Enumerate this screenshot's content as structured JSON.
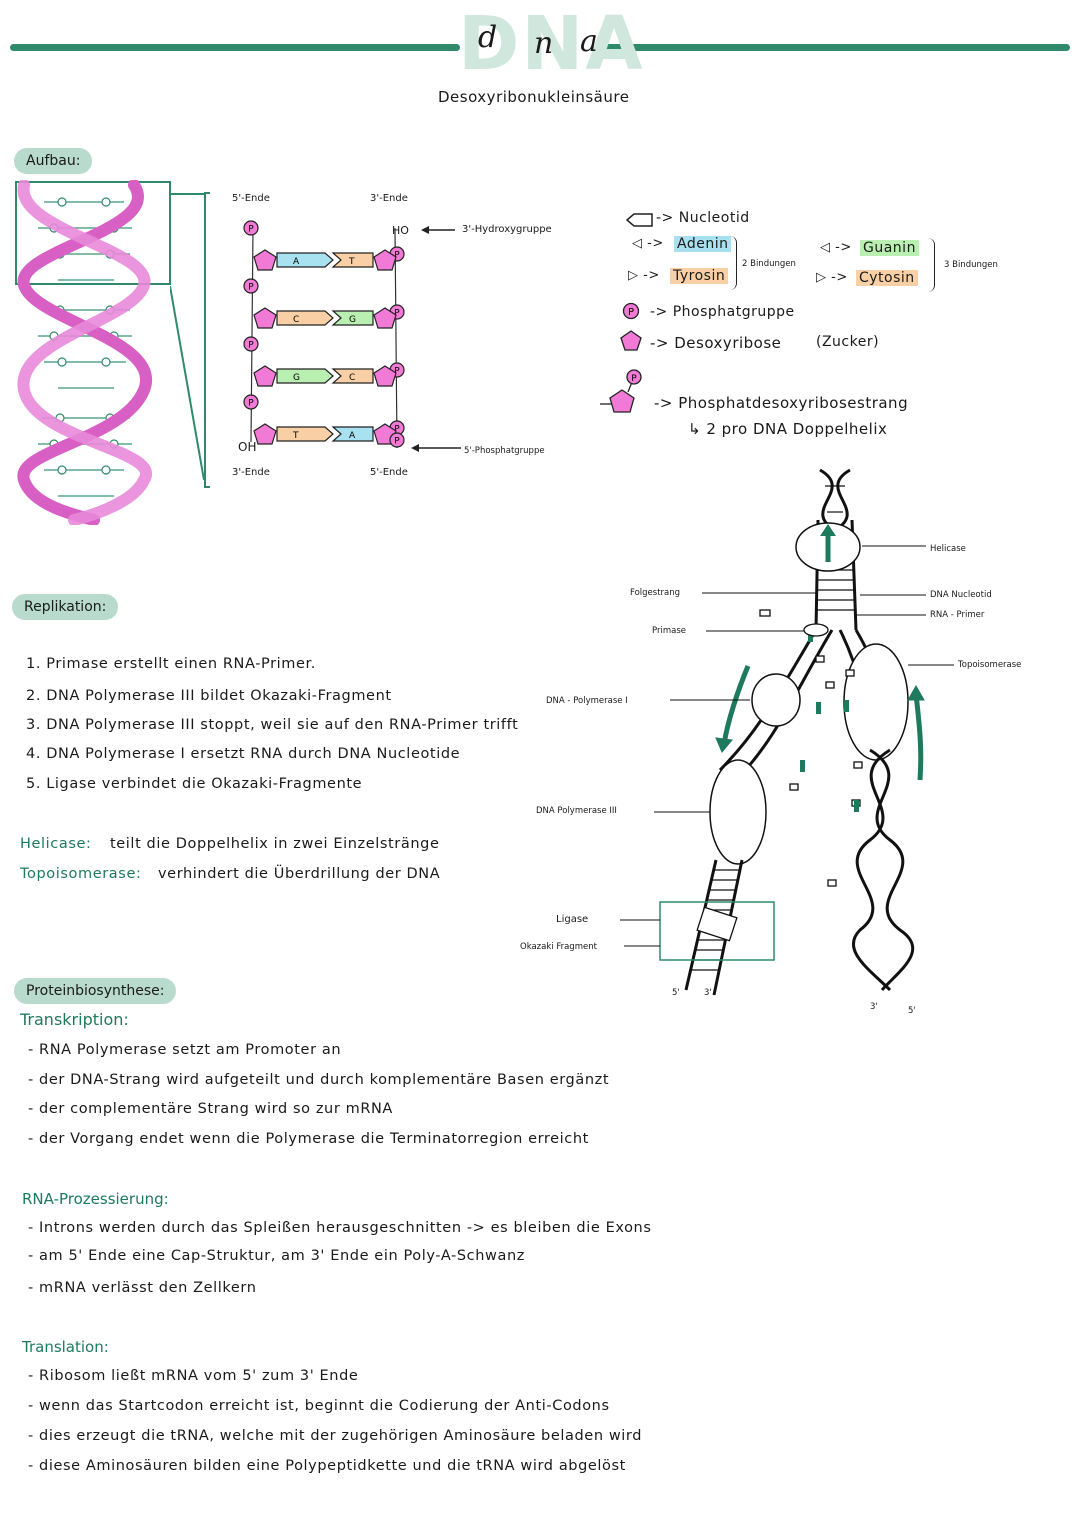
{
  "header": {
    "title": "DNA",
    "letters": [
      "d",
      "n",
      "a"
    ],
    "subtitle": "Desoxyribonukleinsäure"
  },
  "aufbau": {
    "label": "Aufbau:",
    "five_end_top": "5'-Ende",
    "three_end_top": "3'-Ende",
    "ho": "HO",
    "hydroxy": "3'-Hydroxygruppe",
    "oh": "OH",
    "three_end_bottom": "3'-Ende",
    "five_end_bottom": "5'-Ende",
    "phosphat": "5'-Phosphatgruppe",
    "p": "P",
    "pairs": [
      {
        "left": "A",
        "right": "T",
        "left_color": "#a8e1f0",
        "right_color": "#f9d0a6"
      },
      {
        "left": "C",
        "right": "G",
        "left_color": "#f9d0a6",
        "right_color": "#b9efb0"
      },
      {
        "left": "G",
        "right": "C",
        "left_color": "#b9efb0",
        "right_color": "#f9d0a6"
      },
      {
        "left": "T",
        "right": "A",
        "left_color": "#f9d0a6",
        "right_color": "#a8e1f0"
      }
    ]
  },
  "legend": {
    "nucleotid": "-> Nucleotid",
    "adenin": "Adenin",
    "tyrosin": "Tyrosin",
    "two_bonds": "2 Bindungen",
    "guanin": "Guanin",
    "cytosin": "Cytosin",
    "three_bonds": "3 Bindungen",
    "phosphat": "-> Phosphatgruppe",
    "desoxyribose": "-> Desoxyribose",
    "zucker": "(Zucker)",
    "strand_line1": "-> Phosphatdesoxyribosestrang",
    "strand_line2": "↳ 2 pro DNA Doppelhelix",
    "colors": {
      "adenin": "#a8e1f0",
      "tyrosin": "#f9d0a6",
      "guanin": "#b9efb0",
      "cytosin": "#f9d0a6",
      "sugar": "#f07ad6",
      "backbone": "#d860c4"
    }
  },
  "replikation": {
    "label": "Replikation:",
    "steps": [
      "1. Primase erstellt einen RNA-Primer.",
      "2. DNA Polymerase III bildet Okazaki-Fragment",
      "3. DNA Polymerase III stoppt, weil sie auf den RNA-Primer trifft",
      "4. DNA Polymerase I ersetzt RNA durch DNA Nucleotide",
      "5. Ligase verbindet die Okazaki-Fragmente"
    ],
    "helicase_term": "Helicase:",
    "helicase_text": "teilt die Doppelhelix in zwei Einzelstränge",
    "topo_term": "Topoisomerase:",
    "topo_text": "verhindert die Überdrillung der DNA"
  },
  "fork": {
    "folgestrang": "Folgestrang",
    "primase": "Primase",
    "helicase": "Helicase",
    "dna_nucleotid": "DNA Nucleotid",
    "rna_primer": "RNA - Primer",
    "topoisomerase": "Topoisomerase",
    "pol1": "DNA - Polymerase I",
    "pol3": "DNA Polymerase III",
    "ligase": "Ligase",
    "okazaki": "Okazaki Fragment",
    "five": "5'",
    "three": "3'",
    "three_b": "3'",
    "five_b": "5'"
  },
  "proteinbiosynthese": {
    "label": "Proteinbiosynthese:",
    "transkription_title": "Transkription:",
    "transkription": [
      "- RNA Polymerase setzt am Promoter an",
      "- der DNA-Strang wird aufgeteilt und durch komplementäre Basen ergänzt",
      "- der complementäre Strang wird so zur mRNA",
      "- der Vorgang endet wenn die Polymerase die Terminatorregion erreicht"
    ],
    "prozessierung_title": "RNA-Prozessierung:",
    "prozessierung": [
      "- Introns werden durch das Spleißen herausgeschnitten -> es bleiben die Exons",
      "- am 5' Ende eine Cap-Struktur, am 3' Ende ein Poly-A-Schwanz",
      "- mRNA verlässt den Zellkern"
    ],
    "translation_title": "Translation:",
    "translation": [
      "- Ribosom ließt mRNA vom 5' zum 3' Ende",
      "- wenn das Startcodon erreicht ist, beginnt die Codierung der Anti-Codons",
      "- dies erzeugt die tRNA, welche mit der zugehörigen Aminosäure beladen wird",
      "- diese Aminosäuren bilden eine Polypeptidkette und die tRNA wird abgelöst"
    ]
  }
}
